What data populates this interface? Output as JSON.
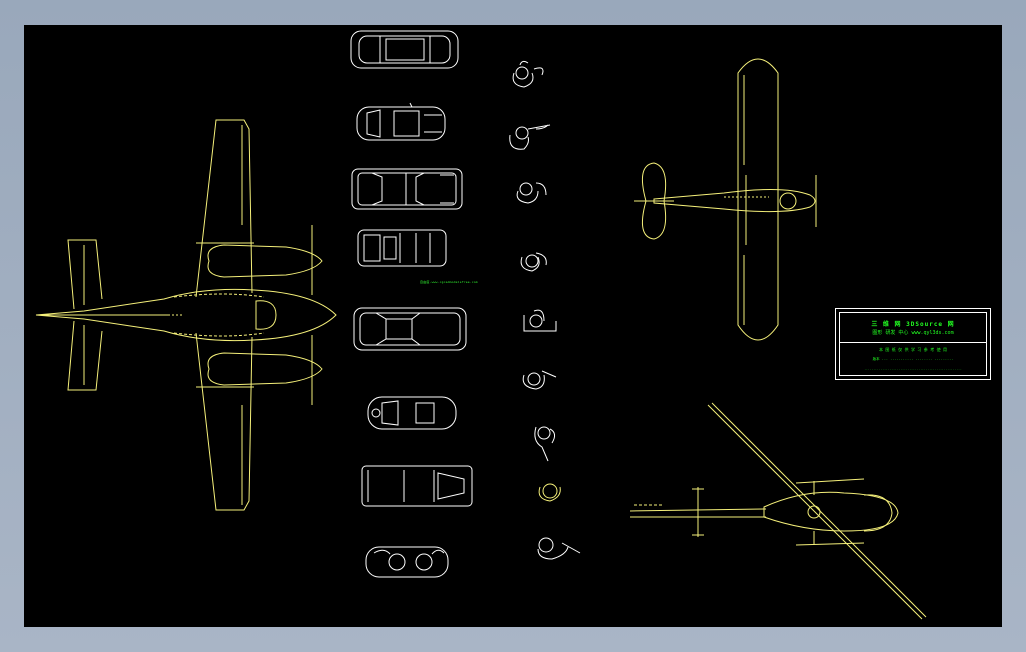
{
  "drawing": {
    "background": "#000000",
    "frame_color": "#a3b1c3",
    "line_colors": {
      "aircraft": "#f5f07a",
      "vehicles": "#ffffff",
      "text": "#22ff22"
    },
    "tiny_label": "自由度·www.cgcadmodelsfree.com",
    "title_block": {
      "line1": "三 维 网  3DSource 网",
      "line2": "图形 研发 中心    www.qyl3ds.com",
      "line3": "本 图 纸 仅 供 学 习 参 考 使 用",
      "line4": "版本 ... ........... ........ .........",
      "line5": "......................................................"
    }
  }
}
